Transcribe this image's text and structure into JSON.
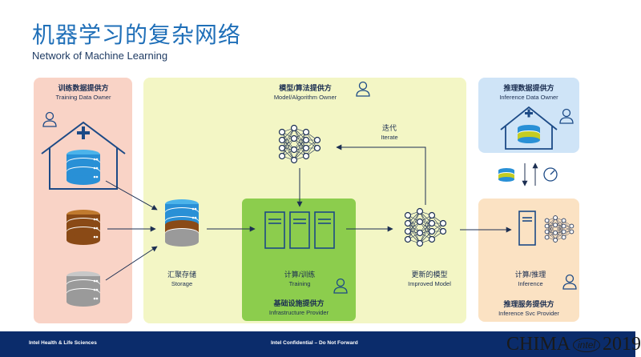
{
  "title": "机器学习的复杂网络",
  "subtitle": "Network of Machine Learning",
  "training_owner": {
    "title": "训练数据提供方",
    "subtitle": "Training Data Owner"
  },
  "model_owner": {
    "title": "模型/算法提供方",
    "subtitle": "Model/Algorithm Owner"
  },
  "inference_owner": {
    "title": "推理数据提供方",
    "subtitle": "Inference Data Owner"
  },
  "iterate": {
    "label": "迭代",
    "sublabel": "Iterate"
  },
  "storage": {
    "label": "汇聚存储",
    "sublabel": "Storage"
  },
  "training": {
    "label": "计算/训练",
    "sublabel": "Training"
  },
  "infra": {
    "title": "基础设施提供方",
    "subtitle": "Infrastructure Provider"
  },
  "improved_model": {
    "label": "更新的模型",
    "sublabel": "Improved Model"
  },
  "inference": {
    "label": "计算/推理",
    "sublabel": "Inference"
  },
  "inference_svc": {
    "title": "推理服务提供方",
    "subtitle": "Inference Svc Provider"
  },
  "footer": {
    "left": "Intel Health & Life Sciences",
    "middle": "Intel Confidential – Do Not Forward",
    "logo_text": "CHIMA",
    "logo_brand": "intel",
    "logo_year": "2019"
  },
  "colors": {
    "training_panel": "#f9d3c6",
    "model_panel": "#f3f6c5",
    "infra_panel": "#8ccd4d",
    "inference_data_panel": "#cfe4f7",
    "inference_svc_panel": "#fbe2c3",
    "accent_blue": "#1f6fb8",
    "footer": "#0b2c6b"
  },
  "icons": [
    "person-icon",
    "house-icon",
    "database-icon",
    "neural-network-icon",
    "server-rack-icon",
    "gauge-icon",
    "arrow-icon"
  ]
}
